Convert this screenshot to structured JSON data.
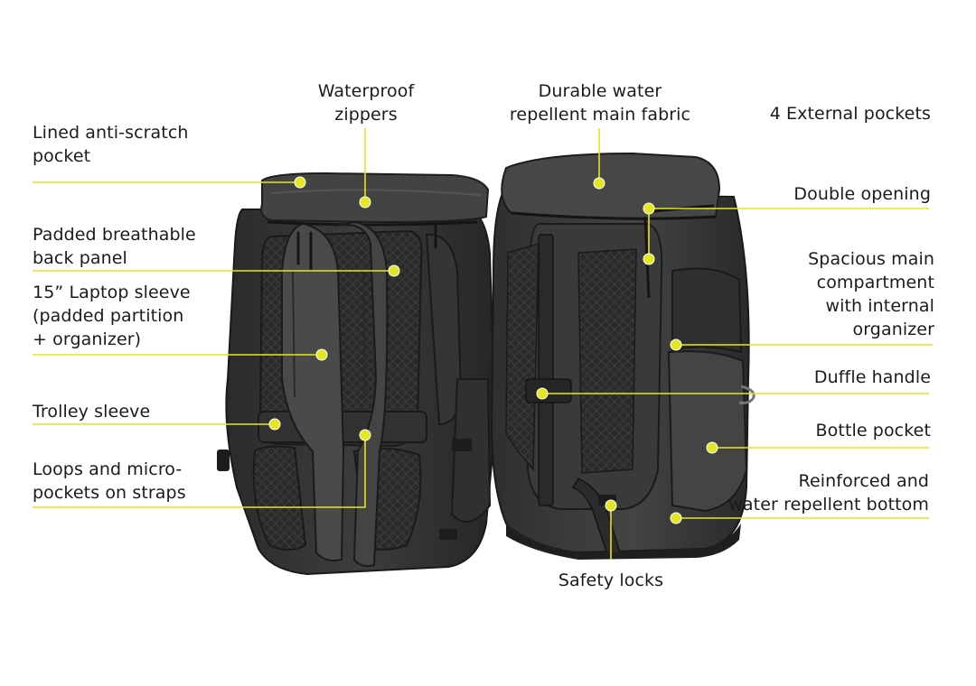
{
  "accent_color": "#e3e621",
  "text_color": "#1b1b1b",
  "callouts": {
    "lined_pocket": {
      "line1": "Lined anti-scratch",
      "line2": "pocket"
    },
    "padded_back": {
      "line1": "Padded breathable",
      "line2": "back panel"
    },
    "laptop_sleeve": {
      "line1": "15” Laptop sleeve",
      "line2": "(padded partition",
      "line3": "+ organizer)"
    },
    "trolley": {
      "line1": "Trolley sleeve"
    },
    "loops": {
      "line1": "Loops and micro-",
      "line2": "pockets on straps"
    },
    "waterproof": {
      "line1": "Waterproof",
      "line2": "zippers"
    },
    "durable": {
      "line1": "Durable water",
      "line2": "repellent main fabric"
    },
    "external": {
      "line1": "4 External pockets"
    },
    "double_opening": {
      "line1": "Double opening"
    },
    "spacious": {
      "line1": "Spacious main",
      "line2": "compartment",
      "line3": "with internal",
      "line4": "organizer"
    },
    "duffle": {
      "line1": "Duffle handle"
    },
    "bottle": {
      "line1": "Bottle pocket"
    },
    "reinforced": {
      "line1": "Reinforced and",
      "line2": "water repellent bottom"
    },
    "safety": {
      "line1": "Safety locks"
    }
  }
}
